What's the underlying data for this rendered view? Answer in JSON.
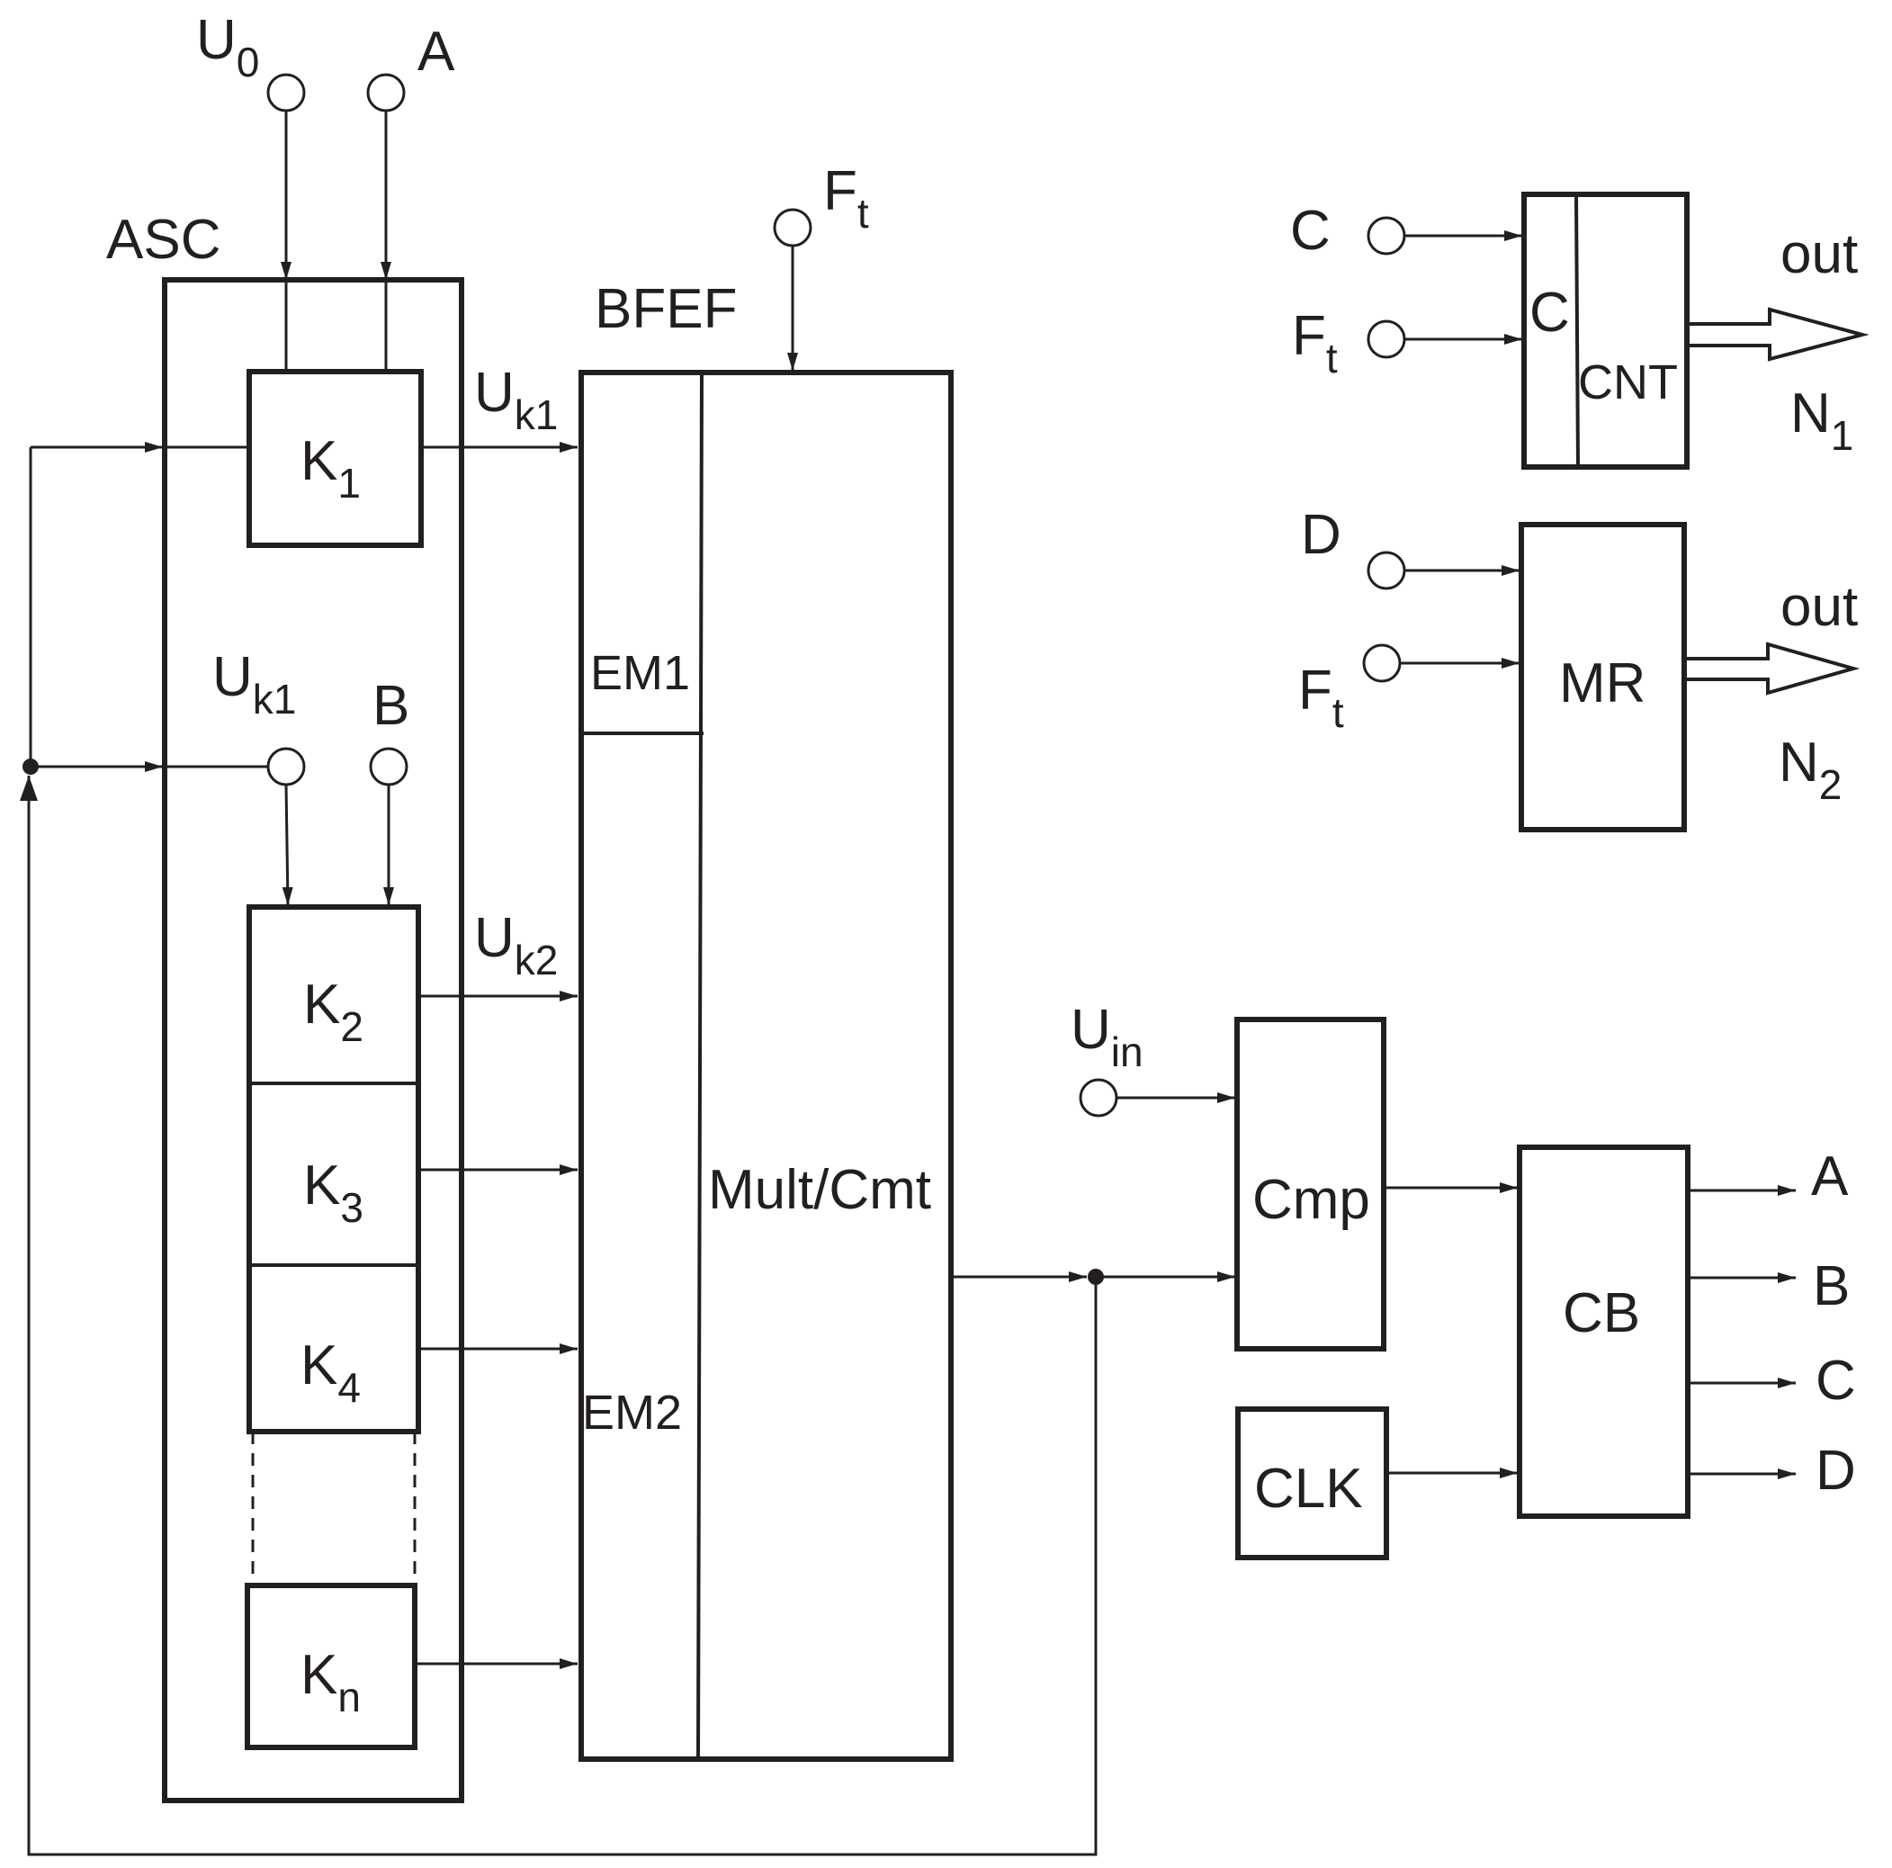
{
  "blocks": {
    "asc": "ASC",
    "bfef": "BFEF",
    "k1_main": "K",
    "k1_sub": "1",
    "k2_main": "K",
    "k2_sub": "2",
    "k3_main": "K",
    "k3_sub": "3",
    "k4_main": "K",
    "k4_sub": "4",
    "kn_main": "K",
    "kn_sub": "n",
    "em1": "EM1",
    "em2": "EM2",
    "mult": "Mult/Cmt",
    "cnt_c": "C",
    "cnt": "CNT",
    "mr": "MR",
    "cmp": "Cmp",
    "clk": "CLK",
    "cb": "CB"
  },
  "signals": {
    "u0_main": "U",
    "u0_sub": "0",
    "a_in": "A",
    "uk1_top_main": "U",
    "uk1_top_sub": "k1",
    "uk1_mid_main": "U",
    "uk1_mid_sub": "k1",
    "b_in": "B",
    "uk2_main": "U",
    "uk2_sub": "k2",
    "ft_bfef_main": "F",
    "ft_bfef_sub": "t",
    "c_in": "C",
    "ft_cnt_main": "F",
    "ft_cnt_sub": "t",
    "out1": "out",
    "n1_main": "N",
    "n1_sub": "1",
    "d_in": "D",
    "ft_mr_main": "F",
    "ft_mr_sub": "t",
    "out2": "out",
    "n2_main": "N",
    "n2_sub": "2",
    "uin_main": "U",
    "uin_sub": "in",
    "a_out": "A",
    "b_out": "B",
    "c_out": "C",
    "d_out": "D"
  }
}
